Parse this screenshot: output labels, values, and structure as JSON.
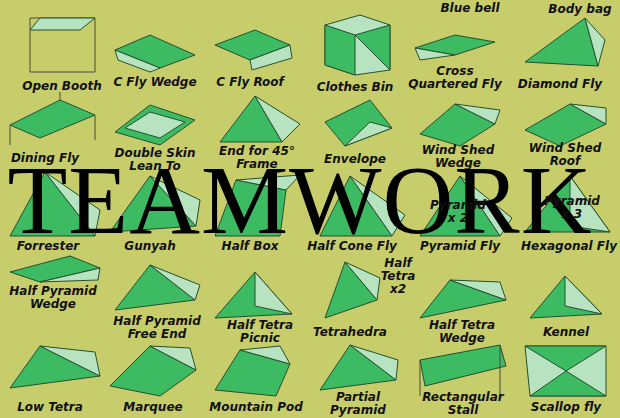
{
  "diagram": {
    "labels": [
      "Blue bell",
      "Body bag",
      "Open Booth",
      "C Fly Wedge",
      "C Fly Roof",
      "Clothes Bin",
      "Cross Quartered Fly",
      "Diamond Fly",
      "Dining Fly",
      "Double Skin Lean To",
      "End for 45° Frame",
      "Envelope",
      "Wind Shed Wedge",
      "Wind Shed Roof",
      "TEAMWORK",
      "Pyramid x 2",
      "Pyramid x 3",
      "Forrester",
      "Gunyah",
      "Half Box",
      "Half Cone Fly",
      "Pyramid Fly",
      "Hexagonal Fly",
      "Half Tetra x2",
      "Half Pyramid Wedge",
      "Half Pyramid Free End",
      "Half Tetra Picnic",
      "Tetrahedra",
      "Half Tetra Wedge",
      "Kennel",
      "Low Tetra",
      "Marquee",
      "Mountain Pod",
      "Partial Pyramid",
      "Rectangular Stall",
      "Scallop fly"
    ]
  }
}
